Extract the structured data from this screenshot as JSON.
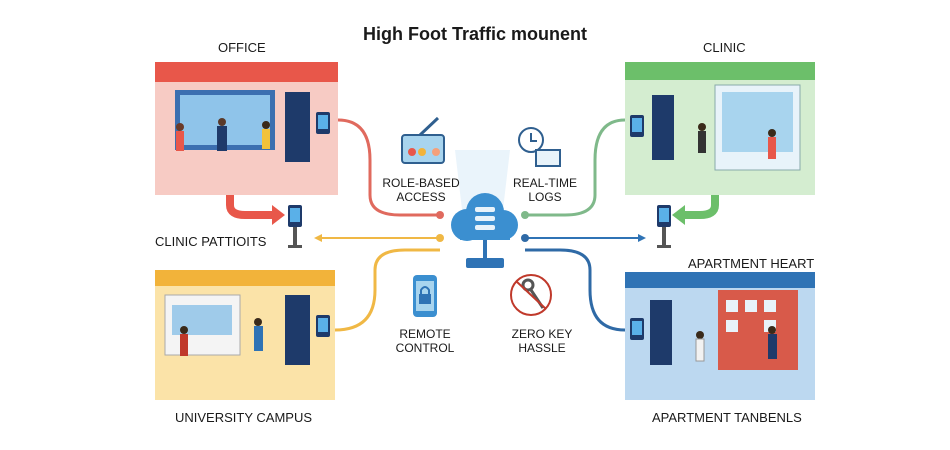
{
  "title": "High Foot Traffic mounent",
  "locations": {
    "office": "OFFICE",
    "clinic": "CLINIC",
    "clinic_patients": "CLINIC PATTIOITS",
    "apartment_heart": "APARTMENT HEART",
    "university": "UNIVERSITY CAMPUS",
    "apartment_tenants": "APARTMENT TANBENLS"
  },
  "features": [
    {
      "line1": "ROLE-BASED",
      "line2": "ACCESS",
      "icon": "id-card-icon"
    },
    {
      "line1": "REAL-TIME",
      "line2": "LOGS",
      "icon": "clock-log-icon"
    },
    {
      "line1": "REMOTE",
      "line2": "CONTROL",
      "icon": "phone-lock-icon"
    },
    {
      "line1": "ZERO KEY",
      "line2": "HASSLE",
      "icon": "no-key-icon"
    }
  ],
  "colors": {
    "office": "#e8574a",
    "clinic": "#6cbf6a",
    "university": "#f2b33a",
    "apartment": "#2f73b5",
    "cloud": "#3b8fd0"
  }
}
